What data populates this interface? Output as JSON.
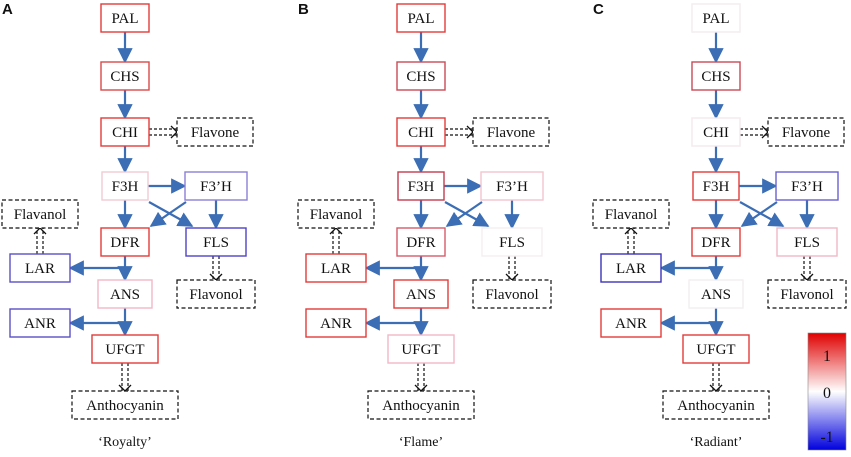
{
  "panels": [
    {
      "letter": "A",
      "caption": "‘Royalty’",
      "colors": {
        "PAL": "#e23b3b",
        "CHS": "#d94a4a",
        "CHI": "#e23b3b",
        "F3H": "#f1cbd3",
        "F3'H": "#8b7fd6",
        "DFR": "#e23b3b",
        "FLS": "#4f43c9",
        "LAR": "#5a4fc6",
        "ANS": "#f2b7c4",
        "ANR": "#5a4fc6",
        "UFGT": "#e23b3b"
      }
    },
    {
      "letter": "B",
      "caption": "‘Flame’",
      "colors": {
        "PAL": "#e23b3b",
        "CHS": "#c94a56",
        "CHI": "#e23b3b",
        "F3H": "#c53c4c",
        "F3'H": "#f3c5ce",
        "DFR": "#d65a68",
        "FLS": "#f6eef0",
        "LAR": "#e23b3b",
        "ANS": "#e23b3b",
        "ANR": "#e23b3b",
        "UFGT": "#f2b7c4"
      }
    },
    {
      "letter": "C",
      "caption": "‘Radiant’",
      "colors": {
        "PAL": "#f2ecef",
        "CHS": "#c94a56",
        "CHI": "#f5e8ec",
        "F3H": "#e23b3b",
        "F3'H": "#6a60cf",
        "DFR": "#e23b3b",
        "FLS": "#f0b8c5",
        "LAR": "#3d34b8",
        "ANS": "#f3eef0",
        "ANR": "#e23b3b",
        "UFGT": "#e23b3b"
      }
    }
  ],
  "nodes": {
    "PAL": "PAL",
    "CHS": "CHS",
    "CHI": "CHI",
    "F3H": "F3H",
    "F3'H": "F3’H",
    "DFR": "DFR",
    "FLS": "FLS",
    "LAR": "LAR",
    "ANS": "ANS",
    "ANR": "ANR",
    "UFGT": "UFGT"
  },
  "products": {
    "flavone": "Flavone",
    "flavanol": "Flavanol",
    "flavonol": "Flavonol",
    "anthocyanin": "Anthocyanin"
  },
  "scale": {
    "max": "1",
    "mid": "0",
    "min": "-1",
    "top_color": "#e00000",
    "bottom_color": "#0000dd"
  },
  "arrow_color": "#3b6eb5"
}
